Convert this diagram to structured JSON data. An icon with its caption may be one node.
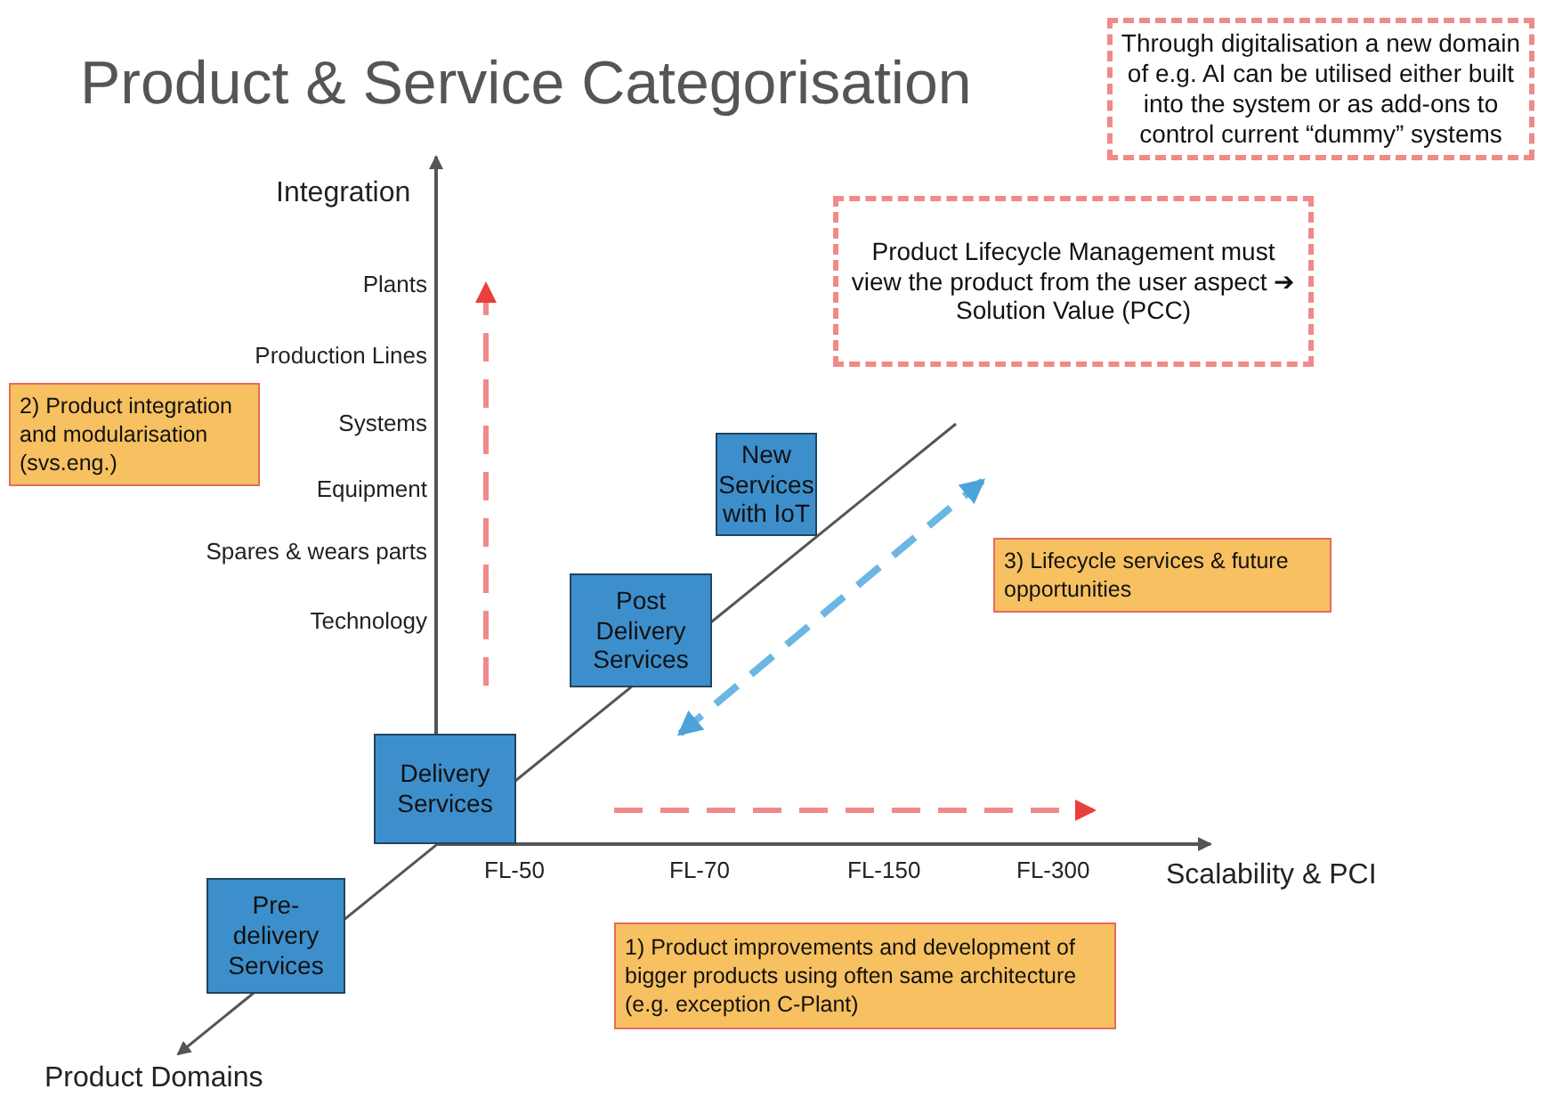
{
  "diagram": {
    "title": "Product & Service Categorisation",
    "nodes": [
      {
        "text": [
          "Through digitalisation a new domain of e.g. AI can be utilised either built into the system or as add-ons to control current “dummy” systems"
        ]
      },
      {
        "text": [
          "Product Lifecycle Management must view the product from the user aspect ➔ Solution Value (PCC)"
        ]
      },
      {
        "text": [
          "2) Product integration and modularisation (svs.eng.)"
        ]
      },
      {
        "text": [
          "New Services with IoT"
        ]
      },
      {
        "text": [
          "3) Lifecycle services & future opportunities"
        ]
      },
      {
        "text": [
          "Post Delivery Services"
        ]
      },
      {
        "text": [
          "Delivery Services"
        ]
      },
      {
        "text": [
          "Pre-delivery Services"
        ]
      },
      {
        "text": [
          "1) Product improvements and development of bigger products using often same architecture (e.g. exception C-Plant)"
        ]
      }
    ],
    "labels": [
      "Integration",
      "Plants",
      "Production Lines",
      "Systems",
      "Equipment",
      "Spares & wears parts",
      "Technology",
      "FL-50",
      "FL-70",
      "FL-150",
      "FL-300",
      "Scalability & PCI",
      "Product Domains"
    ]
  }
}
